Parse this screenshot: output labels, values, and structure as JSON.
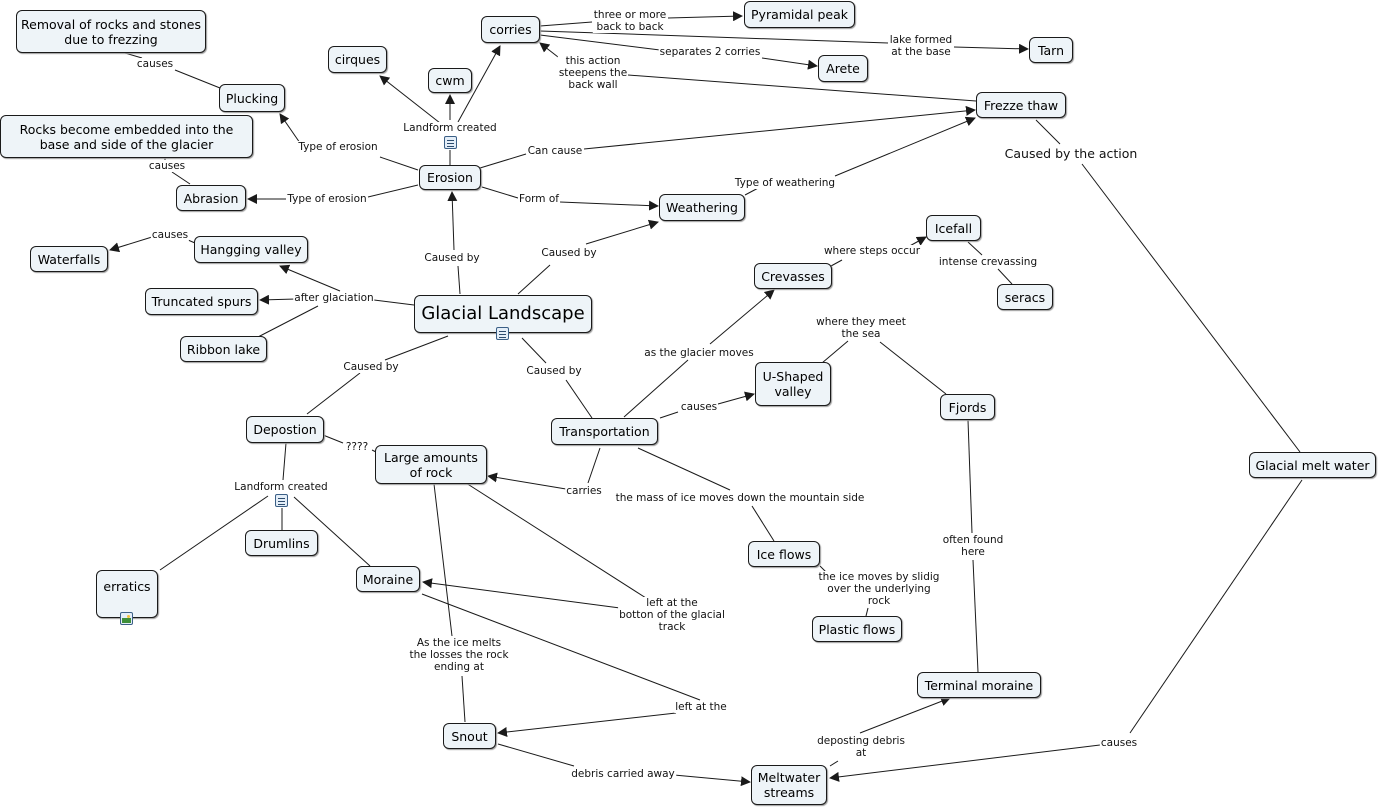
{
  "colors": {
    "node_fill": "#eef4f8",
    "node_border": "#1a1a1a",
    "link": "#1a1a1a",
    "icon": "#3b5f86"
  },
  "nodes": {
    "glacial_landscape": "Glacial Landscape",
    "erosion": "Erosion",
    "weathering": "Weathering",
    "depostion": "Depostion",
    "transportation": "Transportation",
    "corries": "corries",
    "cirques": "cirques",
    "cwm": "cwm",
    "pyramidal_peak": "Pyramidal peak",
    "arete": "Arete",
    "tarn": "Tarn",
    "frezze_thaw": "Frezze thaw",
    "plucking": "Plucking",
    "removal_rocks": "Removal of rocks and stones due to frezzing",
    "rocks_embedded": "Rocks become embedded into the base and side of the glacier",
    "abrasion": "Abrasion",
    "hangging_valley": "Hangging valley",
    "waterfalls": "Waterfalls",
    "truncated_spurs": "Truncated spurs",
    "ribbon_lake": "Ribbon lake",
    "crevasses": "Crevasses",
    "icefall": "Icefall",
    "seracs": "seracs",
    "u_shaped_valley": "U-Shaped valley",
    "fjords": "Fjords",
    "glacial_melt_water": "Glacial melt water",
    "large_rock": "Large amounts of rock",
    "drumlins": "Drumlins",
    "moraine": "Moraine",
    "erratics": "erratics",
    "ice_flows": "Ice flows",
    "plastic_flows": "Plastic flows",
    "terminal_moraine": "Terminal moraine",
    "snout": "Snout",
    "meltwater_streams": "Meltwater streams"
  },
  "links": {
    "three_or_more": "three or more\nback to back",
    "separates": "separates 2 corries",
    "lake_formed": "lake formed\nat the base",
    "this_action": "this action\nsteepens the\nback wall",
    "landform_created_top": "Landform created",
    "can_cause": "Can cause",
    "caused_by_action": "Caused by the action",
    "causes_plucking": "causes",
    "type_erosion_plucking": "Type of erosion",
    "causes_abrasion": "causes",
    "type_erosion_abrasion": "Type of erosion",
    "form_of": "Form of",
    "type_weathering": "Type of weathering",
    "caused_by_left": "Caused by",
    "caused_by_right": "Caused by",
    "causes_waterfalls": "causes",
    "after_glaciation": "after glaciation",
    "where_steps": "where steps occur",
    "intense_crevassing": "intense crevassing",
    "where_meet_sea": "where they meet\nthe sea",
    "caused_by_bottom_left": "Caused by",
    "caused_by_bottom_right": "Caused by",
    "as_glacier_moves": "as the glacier moves",
    "causes_u": "causes",
    "question": "????",
    "landform_created_bottom": "Landform created",
    "carries": "carries",
    "mass_of_ice": "the mass of ice moves down the mountain side",
    "often_found": "often found\nhere",
    "left_bottom_track": "left at the\nbotton of the glacial\ntrack",
    "ice_moves_sliding": "the ice moves by slidig\nover the underlying\nrock",
    "as_ice_melts": "As the ice melts\nthe losses the rock\nending at",
    "left_at_the": "left at the",
    "deposting_debris": "deposting debris\nat",
    "causes_meltwater": "causes",
    "debris_carried": "debris carried away"
  }
}
